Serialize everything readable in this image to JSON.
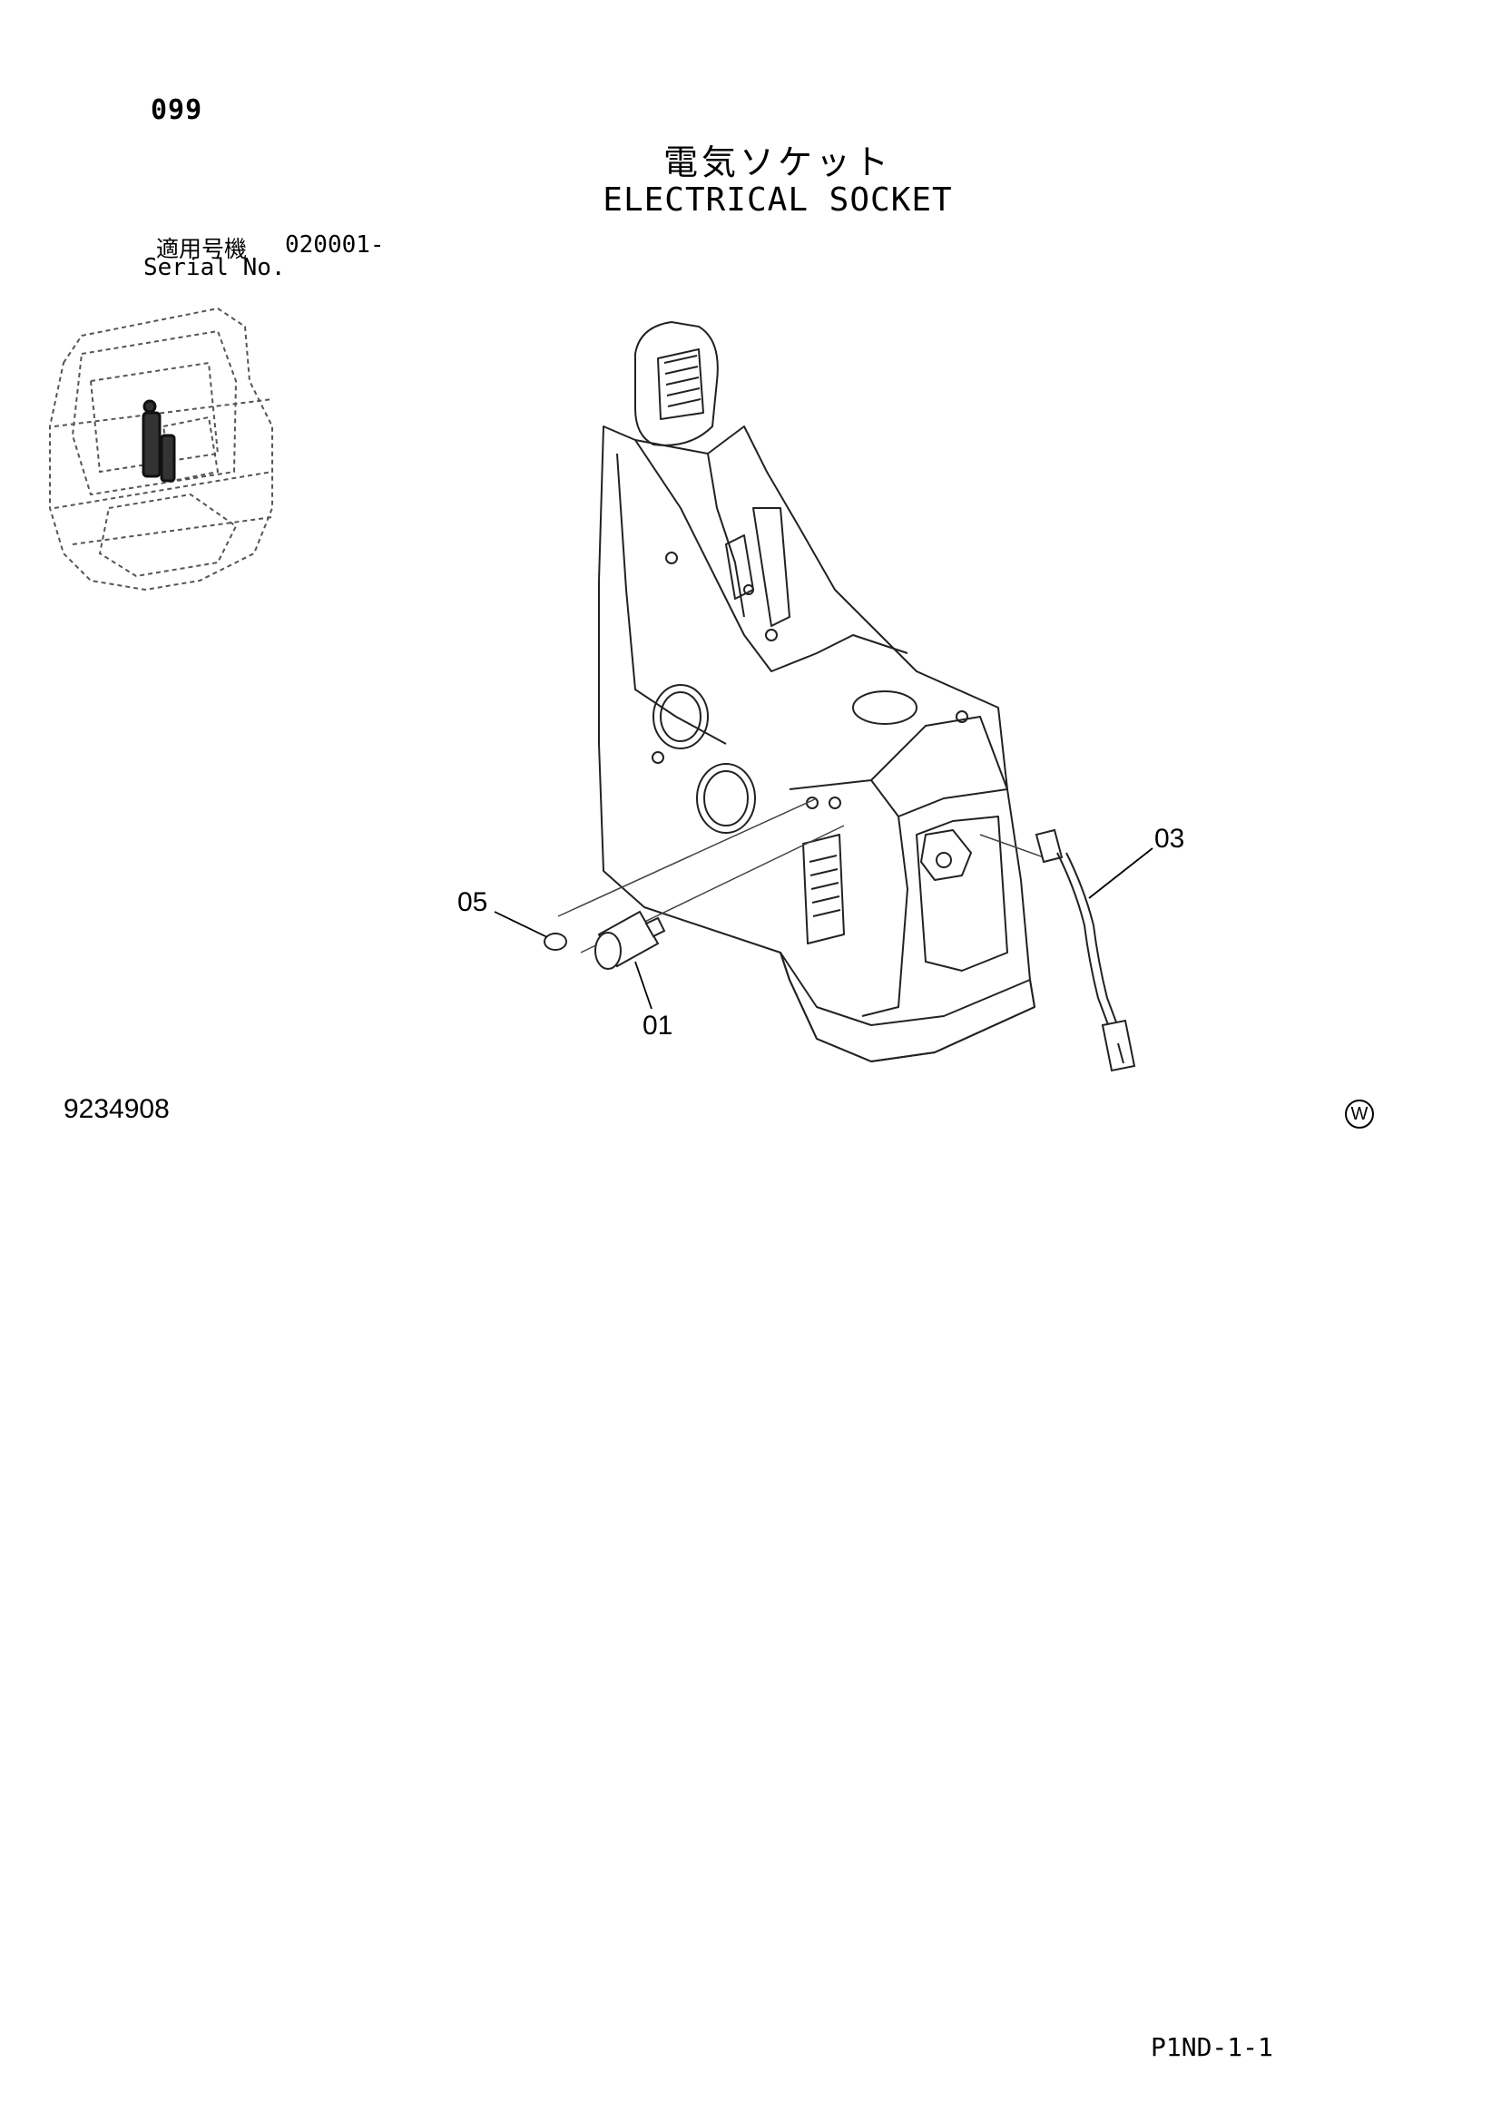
{
  "header": {
    "page_number": "099",
    "title_ja": "電気ソケット",
    "title_en": "ELECTRICAL SOCKET"
  },
  "serial": {
    "label_ja": "適用号機",
    "range": "020001-",
    "label_en": "Serial No."
  },
  "callouts": {
    "part_01": "01",
    "part_03": "03",
    "part_05": "05"
  },
  "footer": {
    "drawing_number": "9234908",
    "w_mark": "W",
    "page_reference": "P1ND-1-1"
  }
}
